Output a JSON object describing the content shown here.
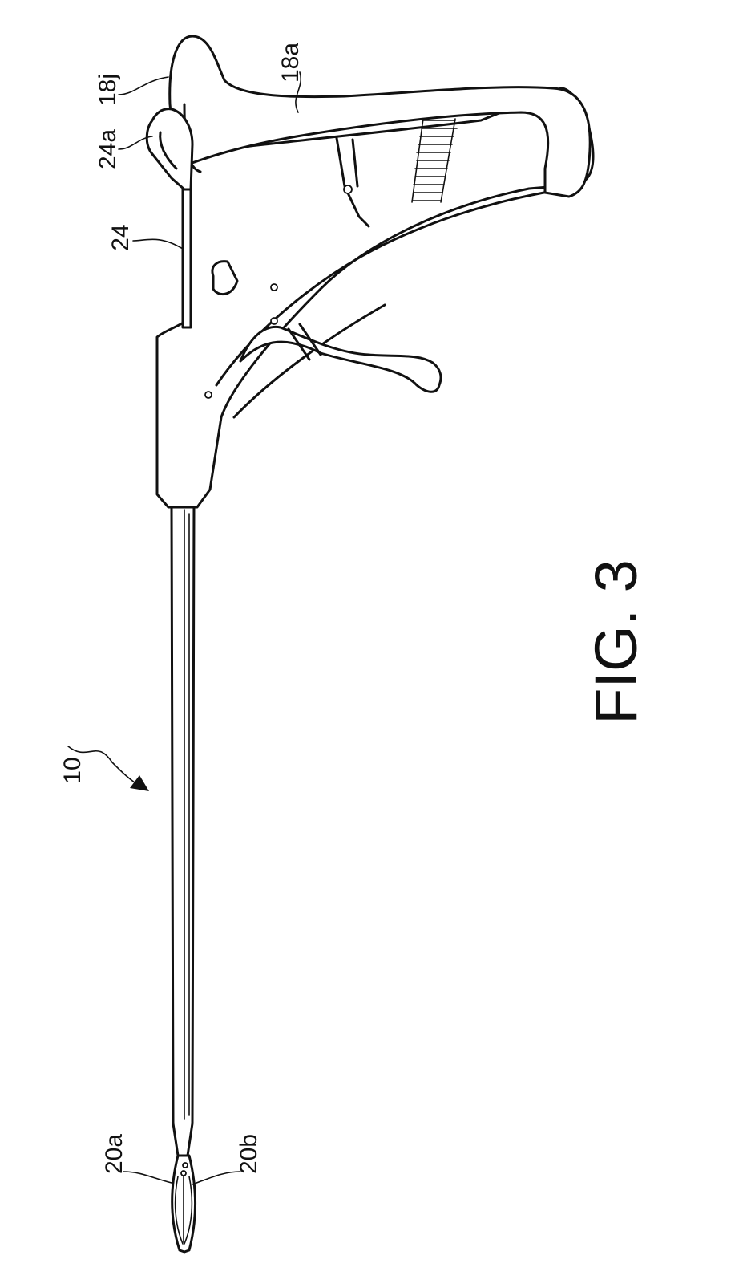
{
  "figure": {
    "caption": "FIG. 3",
    "reference_numerals": {
      "device": "10",
      "lever_handle": "18a",
      "lever_tip": "18j",
      "rod": "24",
      "rod_end": "24a",
      "jaw_upper": "20a",
      "jaw_lower": "20b"
    }
  }
}
